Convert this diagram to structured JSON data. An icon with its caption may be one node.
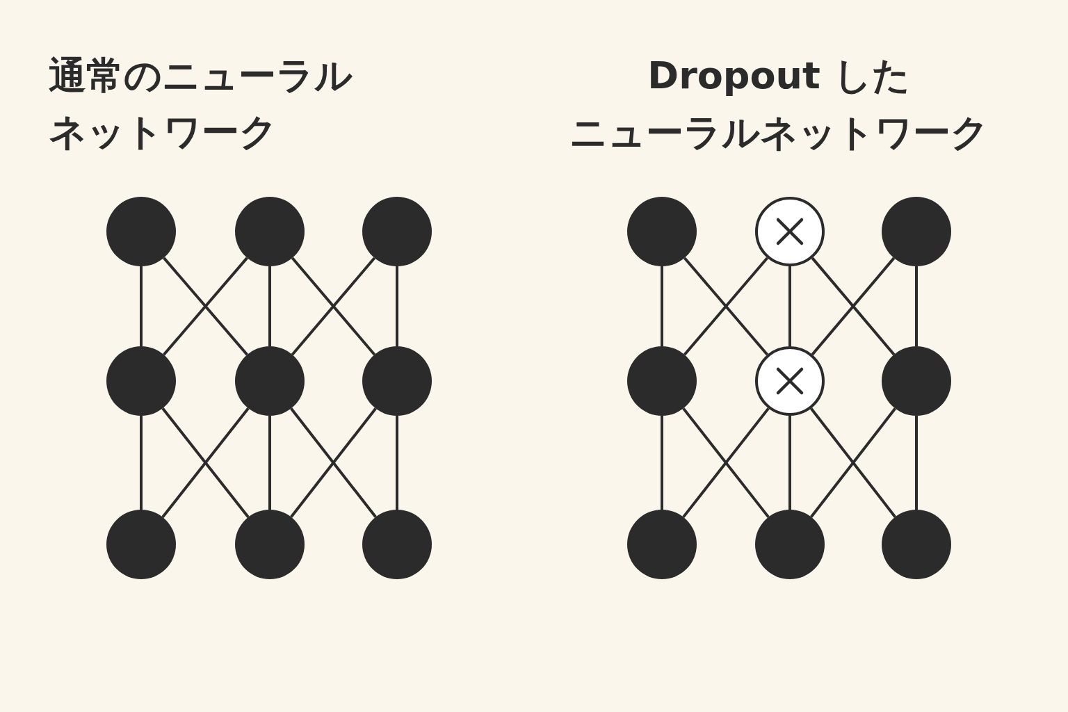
{
  "diagram": {
    "nodes": [
      {
        "text": [],
        "shape": "circle"
      },
      {
        "text": [],
        "shape": "circle"
      },
      {
        "text": [],
        "shape": "circle"
      },
      {
        "text": [],
        "shape": "circle"
      },
      {
        "text": [],
        "shape": "circle"
      },
      {
        "text": [],
        "shape": "circle"
      },
      {
        "text": [],
        "shape": "circle"
      },
      {
        "text": [],
        "shape": "circle"
      },
      {
        "text": [],
        "shape": "circle"
      },
      {
        "text": [],
        "shape": "circle"
      },
      {
        "text": [],
        "shape": "cross"
      },
      {
        "text": [],
        "shape": "circle"
      },
      {
        "text": [],
        "shape": "circle"
      },
      {
        "text": [],
        "shape": "cross"
      },
      {
        "text": [],
        "shape": "circle"
      },
      {
        "text": [],
        "shape": "circle"
      },
      {
        "text": [],
        "shape": "circle"
      },
      {
        "text": [],
        "shape": "circle"
      }
    ],
    "edges": [
      {
        "from": 0,
        "to": 3,
        "arrow": "none"
      },
      {
        "from": 0,
        "to": 4,
        "arrow": "none"
      },
      {
        "from": 1,
        "to": 3,
        "arrow": "none"
      },
      {
        "from": 1,
        "to": 4,
        "arrow": "none"
      },
      {
        "from": 1,
        "to": 5,
        "arrow": "none"
      },
      {
        "from": 2,
        "to": 4,
        "arrow": "none"
      },
      {
        "from": 2,
        "to": 5,
        "arrow": "none"
      },
      {
        "from": 3,
        "to": 6,
        "arrow": "none"
      },
      {
        "from": 3,
        "to": 7,
        "arrow": "none"
      },
      {
        "from": 4,
        "to": 6,
        "arrow": "none"
      },
      {
        "from": 4,
        "to": 7,
        "arrow": "none"
      },
      {
        "from": 4,
        "to": 8,
        "arrow": "none"
      },
      {
        "from": 5,
        "to": 7,
        "arrow": "none"
      },
      {
        "from": 5,
        "to": 8,
        "arrow": "none"
      },
      {
        "from": 9,
        "to": 12,
        "arrow": "none"
      },
      {
        "from": 9,
        "to": 13,
        "arrow": "none"
      },
      {
        "from": 10,
        "to": 12,
        "arrow": "none"
      },
      {
        "from": 10,
        "to": 13,
        "arrow": "none"
      },
      {
        "from": 10,
        "to": 14,
        "arrow": "none"
      },
      {
        "from": 11,
        "to": 13,
        "arrow": "none"
      },
      {
        "from": 11,
        "to": 14,
        "arrow": "none"
      },
      {
        "from": 12,
        "to": 15,
        "arrow": "none"
      },
      {
        "from": 12,
        "to": 16,
        "arrow": "none"
      },
      {
        "from": 13,
        "to": 15,
        "arrow": "none"
      },
      {
        "from": 13,
        "to": 16,
        "arrow": "none"
      },
      {
        "from": 13,
        "to": 17,
        "arrow": "none"
      },
      {
        "from": 14,
        "to": 16,
        "arrow": "none"
      },
      {
        "from": 14,
        "to": 17,
        "arrow": "none"
      }
    ],
    "labels": [
      "通常のニューラルネットワーク",
      "Dropout した",
      "ニューラルネットワーク"
    ]
  }
}
